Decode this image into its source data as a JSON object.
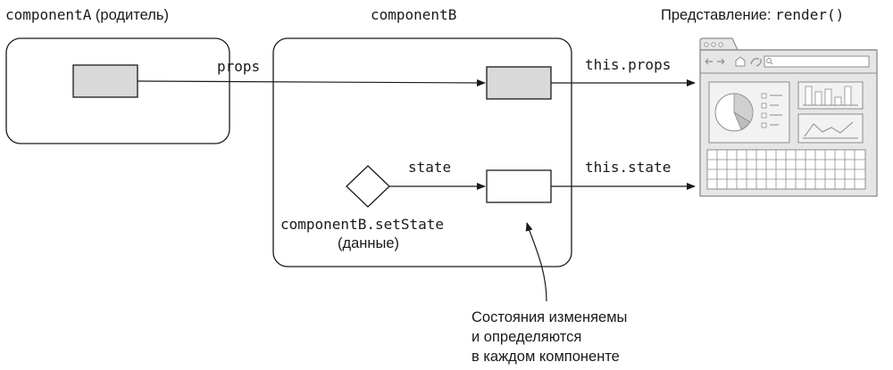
{
  "component_a": {
    "name": "componentA",
    "suffix": " (родитель)"
  },
  "component_b": {
    "name": "componentB"
  },
  "view": {
    "prefix": "Представление: ",
    "method": "render()"
  },
  "arrows": {
    "props": "props",
    "state": "state",
    "this_props": "this.props",
    "this_state": "this.state"
  },
  "set_state": {
    "call": "componentB.setState",
    "arg": "(данные)"
  },
  "note": {
    "line1": "Состояния изменяемы",
    "line2": "и определяются",
    "line3": "в каждом компоненте"
  },
  "colors": {
    "stroke": "#1a1a1a",
    "box_fill": "#d9d9d9",
    "browser_fill": "#e6e6e6",
    "browser_stroke": "#8c8c8c"
  }
}
